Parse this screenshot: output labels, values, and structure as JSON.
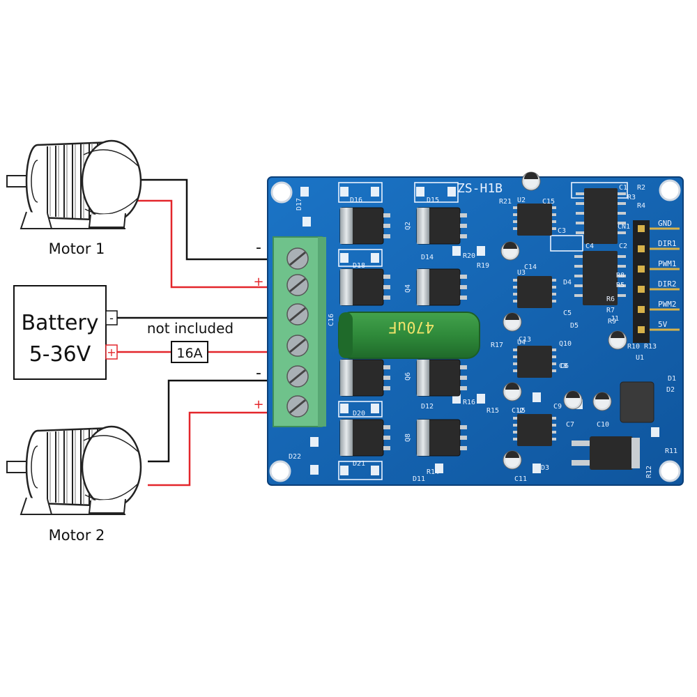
{
  "colors": {
    "wire_black": "#111111",
    "wire_red": "#e3262b",
    "pcb_blue": "#1565b4",
    "terminal_green": "#6fc28b",
    "capacitor_green": "#2f8a3a"
  },
  "motors": {
    "motor1": {
      "label": "Motor 1",
      "icon": "motor-icon"
    },
    "motor2": {
      "label": "Motor 2",
      "icon": "motor-icon"
    }
  },
  "battery": {
    "label": "Battery",
    "voltage": "5-36V",
    "minus": "-",
    "plus": "+"
  },
  "fuse": {
    "rating": "16A"
  },
  "note": "not included",
  "terminal_polarity": {
    "motor1_minus": "-",
    "motor1_plus": "+",
    "motor2_minus": "-",
    "motor2_plus": "+"
  },
  "board": {
    "name": "ZS-H1B",
    "capacitor": "470uF",
    "header_pins": [
      "GND",
      "DIR1",
      "PWM1",
      "DIR2",
      "PWM2",
      "5V"
    ],
    "silkscreen": [
      "D17",
      "D16",
      "D15",
      "D18",
      "D14",
      "R20",
      "R19",
      "Q2",
      "Q4",
      "Q6",
      "Q8",
      "C16",
      "R17",
      "R16",
      "R15",
      "R14",
      "D20",
      "D21",
      "D22",
      "D12",
      "D11",
      "R21",
      "C15",
      "C3",
      "C4",
      "C2",
      "C1",
      "R2",
      "R3",
      "R4",
      "CN1",
      "R5",
      "R6",
      "R7",
      "R8",
      "R9",
      "R10",
      "R13",
      "C14",
      "C13",
      "C12",
      "C11",
      "C9",
      "C8",
      "C7",
      "C10",
      "C6",
      "C5",
      "D1",
      "D2",
      "D3",
      "D4",
      "D5",
      "R11",
      "R12",
      "J1",
      "Q10",
      "U1",
      "U2",
      "U3",
      "U4",
      "U5"
    ]
  }
}
